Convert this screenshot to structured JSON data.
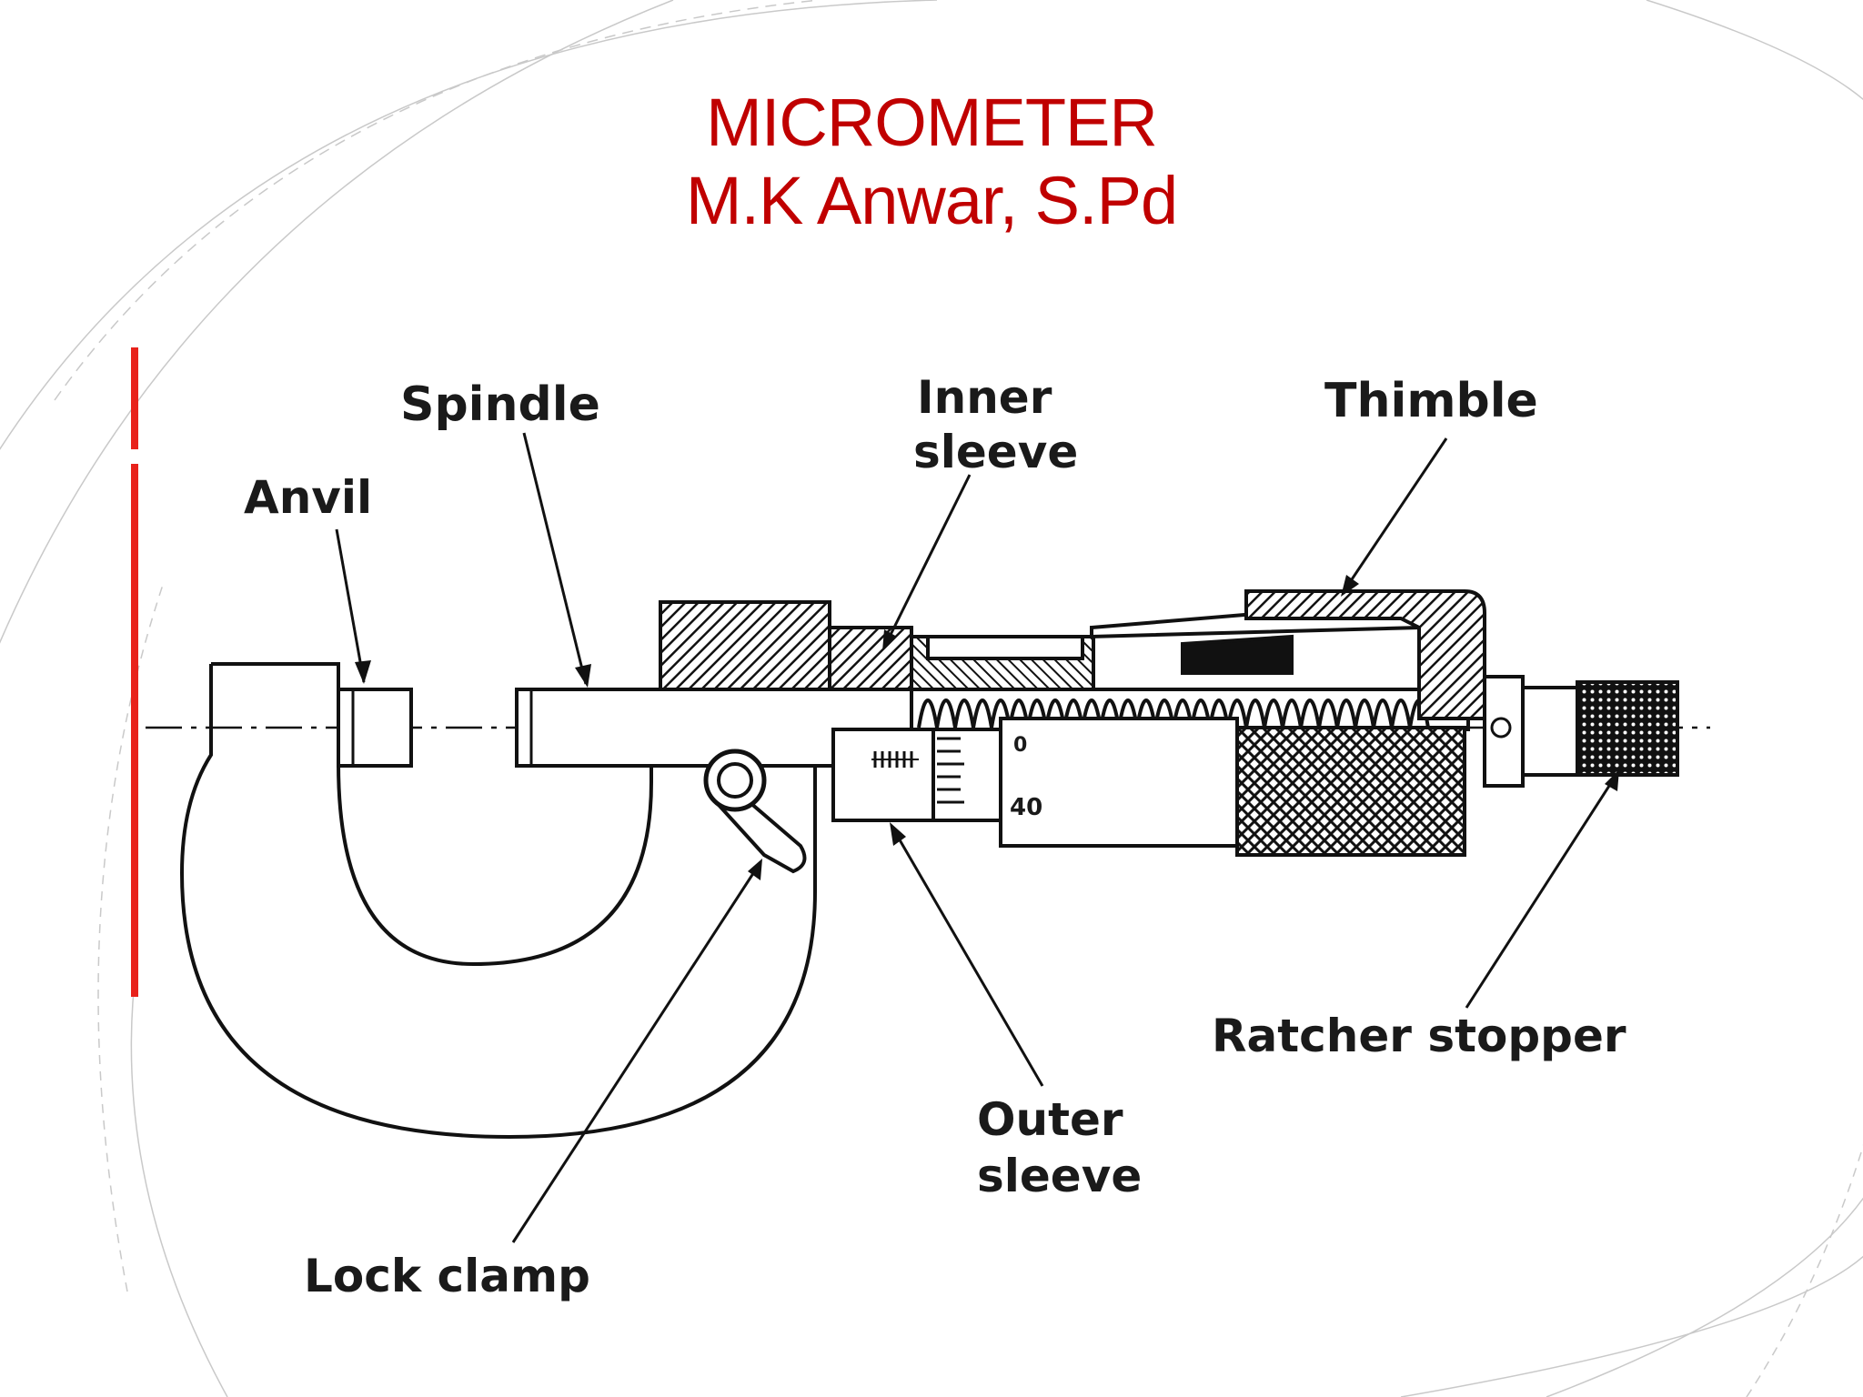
{
  "slide": {
    "title": "MICROMETER",
    "author": "M.K Anwar, S.Pd",
    "accent_color": "#e8221b",
    "title_color": "#c00000"
  },
  "diagram": {
    "labels": {
      "anvil": "Anvil",
      "spindle": "Spindle",
      "inner_sleeve_line1": "Inner",
      "inner_sleeve_line2": "sleeve",
      "thimble": "Thimble",
      "ratchet_stopper": "Ratcher stopper",
      "outer_sleeve_line1": "Outer",
      "outer_sleeve_line2": "sleeve",
      "lock_clamp": "Lock clamp"
    },
    "scale": {
      "thimble_mark_0": "0",
      "thimble_mark_40": "40"
    }
  }
}
